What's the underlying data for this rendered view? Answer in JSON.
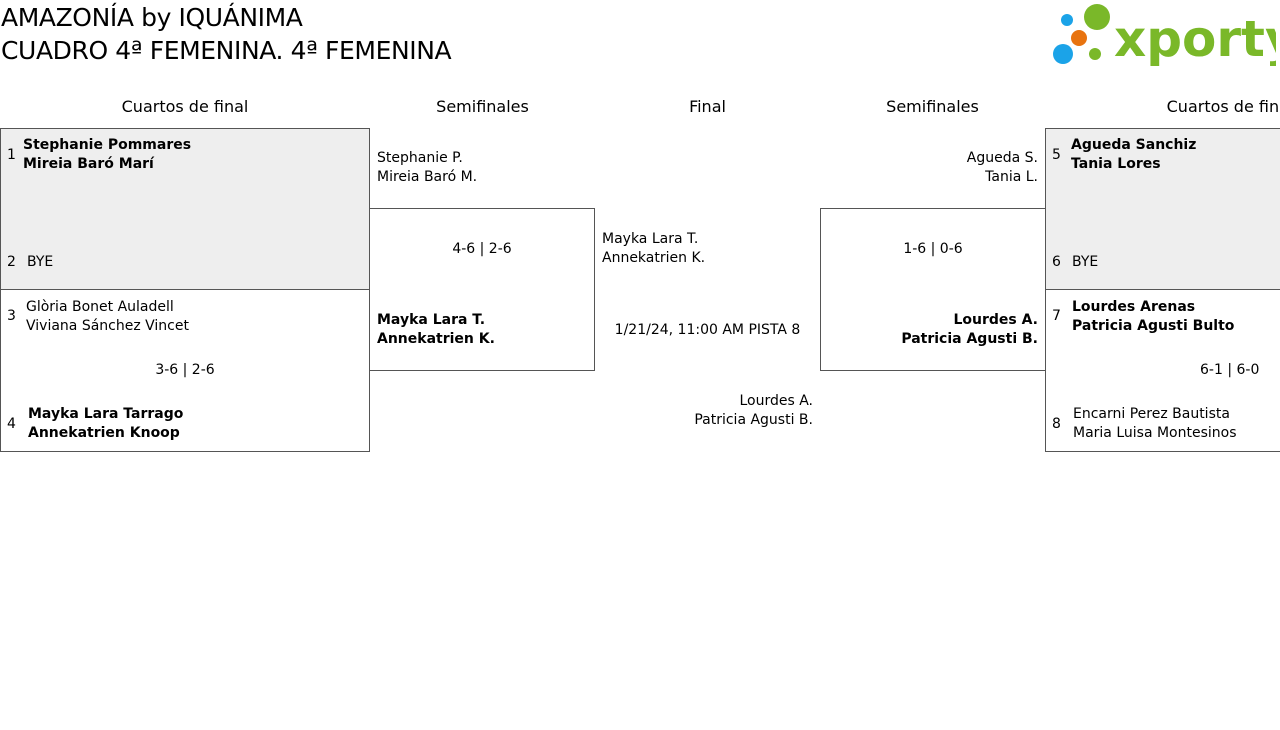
{
  "header": {
    "title_line1": "AMAZONÍA by IQUÁNIMA",
    "title_line2": "CUADRO 4ª FEMENINA. 4ª FEMENINA",
    "logo_text": "xporty",
    "logo_colors": {
      "blue": "#1ba3e8",
      "orange": "#e8730f",
      "green": "#7ab829"
    }
  },
  "columns": {
    "left_quarters": "Cuartos de final",
    "left_semis": "Semifinales",
    "final": "Final",
    "right_semis": "Semifinales",
    "right_quarters": "Cuartos de final"
  },
  "quarters_left": {
    "match1": {
      "seed_a": "1",
      "team_a_p1": "Stephanie Pommares",
      "team_a_p2": "Mireia Baró Marí",
      "seed_b": "2",
      "team_b": "BYE"
    },
    "match2": {
      "seed_a": "3",
      "team_a_p1": "Glòria Bonet Auladell",
      "team_a_p2": "Viviana Sánchez Vincet",
      "score": "3-6 | 2-6",
      "seed_b": "4",
      "team_b_p1": "Mayka Lara Tarrago",
      "team_b_p2": "Annekatrien Knoop"
    }
  },
  "semis_left": {
    "team_a_p1": "Stephanie P.",
    "team_a_p2": "Mireia Baró M.",
    "score": "4-6 | 2-6",
    "team_b_p1": "Mayka Lara T.",
    "team_b_p2": "Annekatrien K."
  },
  "final": {
    "team_a_p1": "Mayka Lara T.",
    "team_a_p2": "Annekatrien K.",
    "schedule": "1/21/24, 11:00 AM PISTA 8",
    "team_b_p1": "Lourdes A.",
    "team_b_p2": "Patricia Agusti B."
  },
  "semis_right": {
    "team_a_p1": "Agueda S.",
    "team_a_p2": "Tania L.",
    "score": "1-6 | 0-6",
    "team_b_p1": "Lourdes A.",
    "team_b_p2": "Patricia Agusti B."
  },
  "quarters_right": {
    "match1": {
      "seed_a": "5",
      "team_a_p1": "Agueda Sanchiz",
      "team_a_p2": "Tania Lores",
      "seed_b": "6",
      "team_b": "BYE"
    },
    "match2": {
      "seed_a": "7",
      "team_a_p1": "Lourdes Arenas",
      "team_a_p2": "Patricia Agusti Bulto",
      "score": "6-1 | 6-0",
      "seed_b": "8",
      "team_b_p1": "Encarni Perez Bautista",
      "team_b_p2": "Maria Luisa Montesinos"
    }
  }
}
